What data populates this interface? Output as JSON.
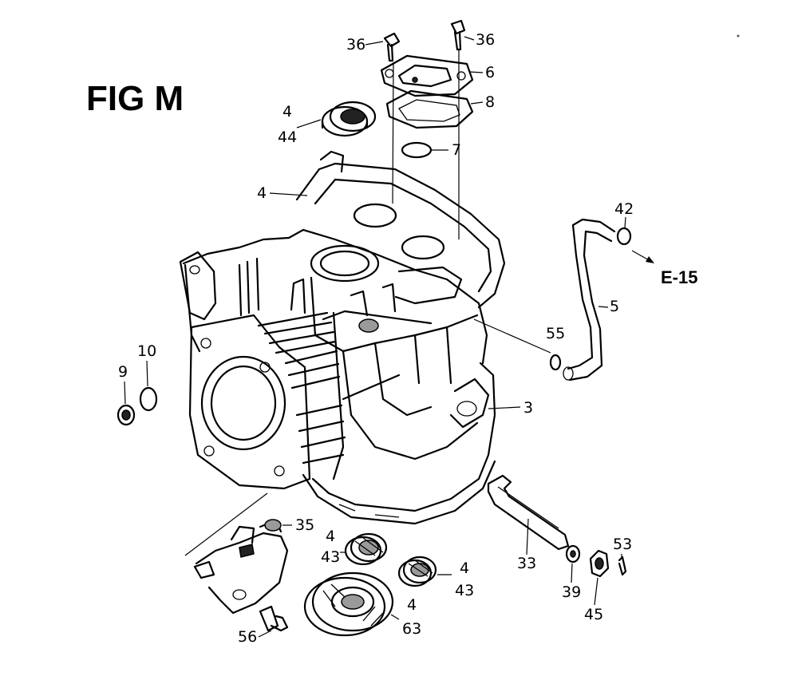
{
  "title": "FIG M",
  "cross_reference": "E-15",
  "callouts": [
    {
      "id": "c36a",
      "text": "36"
    },
    {
      "id": "c36b",
      "text": "36"
    },
    {
      "id": "c6",
      "text": "6"
    },
    {
      "id": "c8",
      "text": "8"
    },
    {
      "id": "c4a",
      "text": "4"
    },
    {
      "id": "c44",
      "text": "44"
    },
    {
      "id": "c7",
      "text": "7"
    },
    {
      "id": "c4b",
      "text": "4"
    },
    {
      "id": "c42",
      "text": "42"
    },
    {
      "id": "c5",
      "text": "5"
    },
    {
      "id": "c55",
      "text": "55"
    },
    {
      "id": "c3",
      "text": "3"
    },
    {
      "id": "c10",
      "text": "10"
    },
    {
      "id": "c9",
      "text": "9"
    },
    {
      "id": "c35",
      "text": "35"
    },
    {
      "id": "c4c",
      "text": "4"
    },
    {
      "id": "c43a",
      "text": "43"
    },
    {
      "id": "c4d",
      "text": "4"
    },
    {
      "id": "c43b",
      "text": "43"
    },
    {
      "id": "c4e",
      "text": "4"
    },
    {
      "id": "c63",
      "text": "63"
    },
    {
      "id": "c56",
      "text": "56"
    },
    {
      "id": "c33",
      "text": "33"
    },
    {
      "id": "c39",
      "text": "39"
    },
    {
      "id": "c45",
      "text": "45"
    },
    {
      "id": "c53",
      "text": "53"
    }
  ]
}
